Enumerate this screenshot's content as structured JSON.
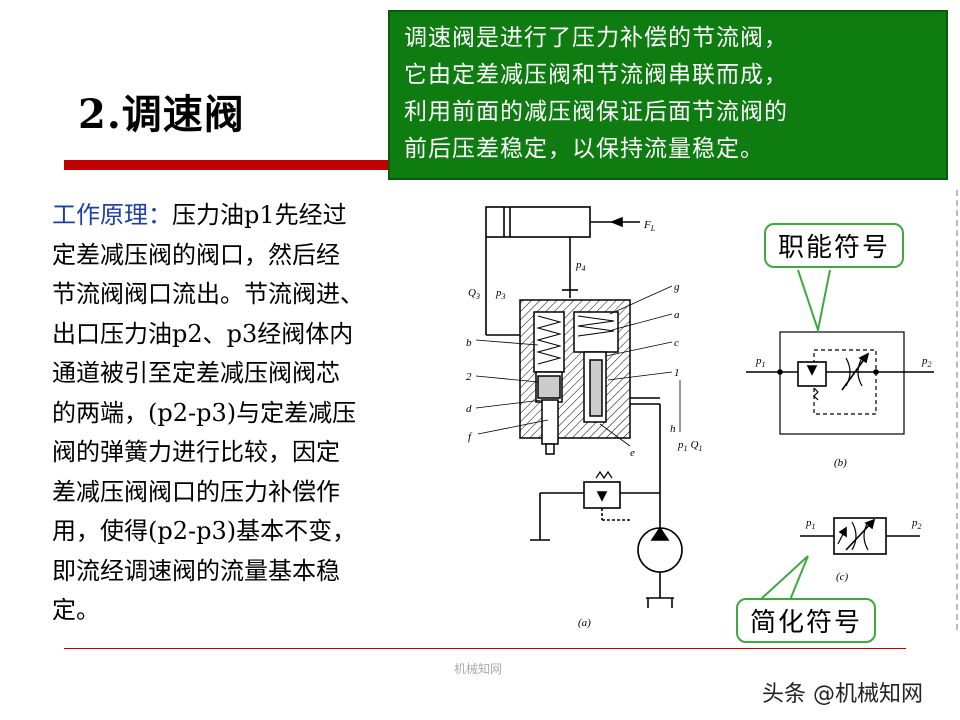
{
  "title": "2.调速阀",
  "definition_box": {
    "lines": [
      "调速阀是进行了压力补偿的节流阀，",
      "它由定差减压阀和节流阀串联而成，",
      "利用前面的减压阀保证后面节流阀的",
      "前后压差稳定，以保持流量稳定。"
    ]
  },
  "principle": {
    "label": "工作原理：",
    "first_line_rest": "压力油p1先经过",
    "lines": [
      "定差减压阀的阀口，然后经",
      "节流阀阀口流出。节流阀进、",
      "出口压力油p2、p3经阀体内",
      "通道被引至定差减压阀阀芯",
      "的两端，(p2-p3)与定差减压",
      "阀的弹簧力进行比较，因定",
      "差减压阀阀口的压力补偿作",
      "用，使得(p2-p3)基本不变，",
      "即流经调速阀的流量基本稳",
      "定。"
    ]
  },
  "diagram_labels": {
    "fl": "F",
    "fl_sub": "L",
    "p4": "p",
    "p4_sub": "4",
    "q3": "Q",
    "q3_sub": "3",
    "p3": "p",
    "p3_sub": "3",
    "g": "g",
    "a": "a",
    "b": "b",
    "c": "c",
    "two": "2",
    "d": "d",
    "f": "f",
    "e": "e",
    "one": "1",
    "h": "h",
    "p1": "p",
    "p1_sub": "1",
    "q1": "Q",
    "q1_sub": "1",
    "caption_a": "(a)",
    "b_p1": "p",
    "b_p1_sub": "1",
    "b_p2": "p",
    "b_p2_sub": "2",
    "caption_b": "(b)",
    "c_p1": "p",
    "c_p1_sub": "1",
    "c_p2": "p",
    "c_p2_sub": "2",
    "caption_c": "(c)"
  },
  "callouts": {
    "functional_symbol": "职能符号",
    "simplified_symbol": "简化符号"
  },
  "footer": {
    "watermark": "机械知网",
    "source": "头条 @机械知网"
  }
}
